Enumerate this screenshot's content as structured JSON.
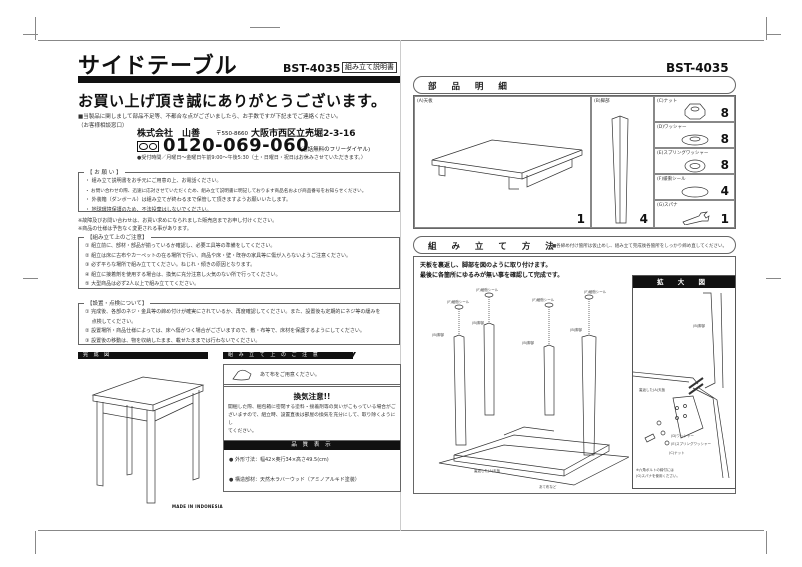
{
  "document": {
    "product_name": "サイドテーブル",
    "model_number": "BST-4035",
    "manual_tag": "組み立て説明書"
  },
  "left": {
    "thanks": "お買い上げ頂き誠にありがとうございます。",
    "contact_notice": "■当製品に関しまして部品不足等、不都合な点がございましたら、お手数ですが下記までご連絡ください。",
    "contact_window": "（お客様相談窓口）",
    "company": "株式会社　山善",
    "postal_code": "〒550-8660",
    "address": "大阪市西区立売堀2-3-16",
    "phone": "0120-069-060",
    "phone_note": "(通話無料のフリーダイヤル)",
    "hours": "●受付時間／月曜日～金曜日午前9:00～午後5:30（土・日曜日・祝日はお休みさせていただきます。）",
    "requests": {
      "label": "【 お 願 い 】",
      "items": [
        "・ 組み立て説明書をお手元にご用意の上、お電話ください。",
        "・ お問い合わせの際、迅速に応対させていただくため、組み立て説明書に明記しております商品名および商品番号をお知らせください。",
        "・ 外装箱（ダンボール）は組み立てが終わるまで保管して頂きますようお願いいたします。",
        "・ 地球環境保護のため、不法投棄はしないでください。"
      ]
    },
    "notes": [
      "※故障及びお問い合わせは、お買い求めになられました販売店までお申し付けください。",
      "※商品の仕様は予告なく変更される事があります。"
    ],
    "assembly_cautions": {
      "label": "【組み立て上のご注意】",
      "items": [
        "① 組立前に、部材・部品が揃っているか確認し、必要工具等の準備をしてください。",
        "② 組立は床に古布やカーペットの在る場所で行い、商品や床・壁・既存の家具等に傷が入らないようご注意ください。",
        "③ 必ず平らな場所で組み立ててください。ねじれ・傾きの原因となります。",
        "④ 組立に接着剤を使用する場合は、換気に充分注意し火気のない所で行ってください。",
        "⑤ 大型商品は必ず2人以上で組み立ててください。"
      ]
    },
    "installation": {
      "label": "【設置・点検について】",
      "items": [
        "① 完成後、各部のネジ・金具等の締め付けが確実にされているか、再度確認してください。また、設置後も定期的にネジ等の緩みを",
        "　 点検してください。",
        "② 設置場所・商品仕様によっては、床へ傷がつく場合がございますので、敷・布等で、床材を保護するようにしてください。",
        "③ 設置後の移動は、物を収納したまま、載せたままでは行わないでください。"
      ]
    },
    "completed_diagram": {
      "label": "完 成 図",
      "made_in": "MADE IN INDONESIA"
    },
    "assembly_notes": {
      "label": "組 み 立 て 上 の ご 注 意",
      "glove_note": "あて布をご用意ください。",
      "ventilation_title": "換気注意!!",
      "ventilation_text_1": "開梱した際、梱包箱に密閉する塗料・接着剤等の臭いがこもっている場合がご",
      "ventilation_text_2": "ざいますので、組立時、設置直後は部屋の換気を充分にして、取り除くようにし",
      "ventilation_text_3": "てください。"
    },
    "quality": {
      "label": "品 質 表 示",
      "dimensions": "● 外形寸法：幅42×奥行34×高さ49.5(cm)",
      "material": "● 構造部材：天然木ラバーウッド（アミノアルキド塗装）"
    }
  },
  "right": {
    "model_number": "BST-4035",
    "parts_title": "部 品 明 細",
    "parts": [
      {
        "id": "A",
        "label": "(A)天板",
        "qty": "1"
      },
      {
        "id": "B",
        "label": "(B)脚部",
        "qty": "4"
      },
      {
        "id": "C",
        "label": "(C)ナット",
        "qty": "8"
      },
      {
        "id": "D",
        "label": "(D)ワッシャー",
        "qty": "8"
      },
      {
        "id": "E",
        "label": "(E)スプリングワッシャー",
        "qty": "8"
      },
      {
        "id": "F",
        "label": "(F)緩衝シール",
        "qty": "4"
      },
      {
        "id": "G",
        "label": "(G)スパナ",
        "qty": "1"
      }
    ],
    "assembly_title": "組 み 立 て 方 法",
    "assembly_note": "■各締め付け箇所は仮止めし、組み立て完成後各箇所をしっかり締め直してください。",
    "instruction_1": "天板を裏返し、脚部を図のように取り付けます。",
    "instruction_2": "最後に各箇所にゆるみが無い事を確認して完成です。",
    "diagram_labels": {
      "seal": "(F)緩衝シール",
      "leg": "(B)脚部",
      "top_reversed": "裏返した(A)天板",
      "cloth": "あて布など",
      "washer": "(D)ワッシャー",
      "spring_washer": "(E)スプリングワッシャー",
      "nut": "(C)ナット",
      "spanner_note_1": "※六角ボルトの締付には",
      "spanner_note_2": "(G)スパナを使用ください。"
    },
    "zoom_title": "拡 大 図"
  }
}
